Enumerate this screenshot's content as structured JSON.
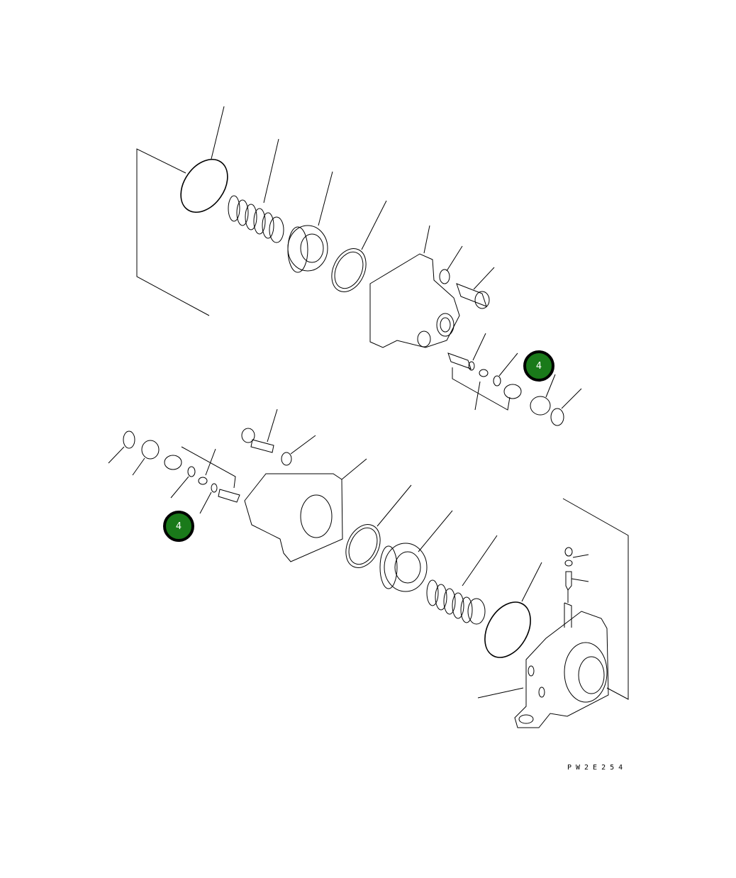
{
  "diagram": {
    "type": "exploded-parts-view",
    "drawing_code": "PW2E254",
    "callouts": [
      {
        "label": "4",
        "color": "#1a7a1a",
        "position": "upper-right valve assembly"
      },
      {
        "label": "4",
        "color": "#1a7a1a",
        "position": "lower-left valve assembly"
      }
    ],
    "parts_upper": [
      "o-ring-large",
      "spring",
      "piston",
      "seal-ring",
      "cover-housing",
      "washer",
      "bolt",
      "plunger",
      "o-ring-small",
      "spring-small",
      "o-ring-small-2",
      "valve-plug",
      "cap",
      "snap-ring"
    ],
    "parts_lower": [
      "snap-ring",
      "cap",
      "valve-plug",
      "o-ring-small",
      "spring-small",
      "o-ring-small-2",
      "plunger",
      "bolt",
      "washer",
      "cover-housing",
      "seal-ring",
      "piston",
      "spring",
      "o-ring-large",
      "bearing-housing",
      "grease-fitting",
      "elbow-fitting"
    ]
  }
}
